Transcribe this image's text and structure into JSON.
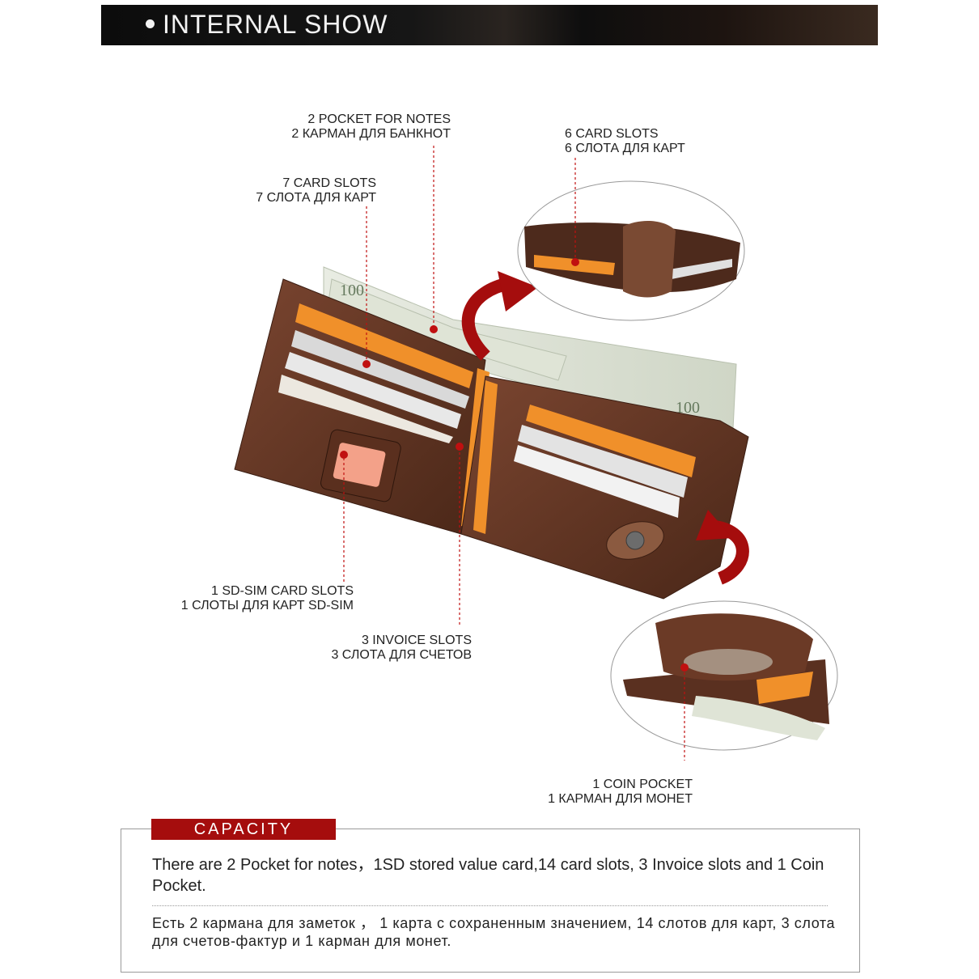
{
  "header": {
    "title": "INTERNAL  SHOW"
  },
  "callouts": {
    "notes": {
      "en": "2 POCKET FOR NOTES",
      "ru": "2 КАРМАН ДЛЯ БАНКНОТ"
    },
    "card7": {
      "en": "7 CARD SLOTS",
      "ru": "7 СЛОТА ДЛЯ КАРТ"
    },
    "card6": {
      "en": "6 CARD SLOTS",
      "ru": "6 СЛОТА ДЛЯ КАРТ"
    },
    "sdsim": {
      "en": "1 SD-SIM CARD SLOTS",
      "ru": "1 СЛОТЫ ДЛЯ КАРТ SD-SIM"
    },
    "invoice": {
      "en": "3 INVOICE SLOTS",
      "ru": "3 СЛОТА ДЛЯ СЧЕТОВ"
    },
    "coin": {
      "en": "1 COIN POCKET",
      "ru": "1 КАРМАН ДЛЯ МОНЕТ"
    }
  },
  "capacity": {
    "label": "CAPACITY",
    "en": "There are 2 Pocket for notes，1SD stored value card,14 card slots,  3 Invoice slots and 1 Coin Pocket.",
    "ru": "Есть 2 кармана для заметок ，  1 карта с сохраненным значением, 14 слотов для карт, 3 слота для счетов-фактур и 1 карман для монет."
  },
  "colors": {
    "accent": "#a50d0d",
    "leather": "#6b3a26",
    "card_orange": "#f0902a",
    "callout_line": "#c01010"
  }
}
